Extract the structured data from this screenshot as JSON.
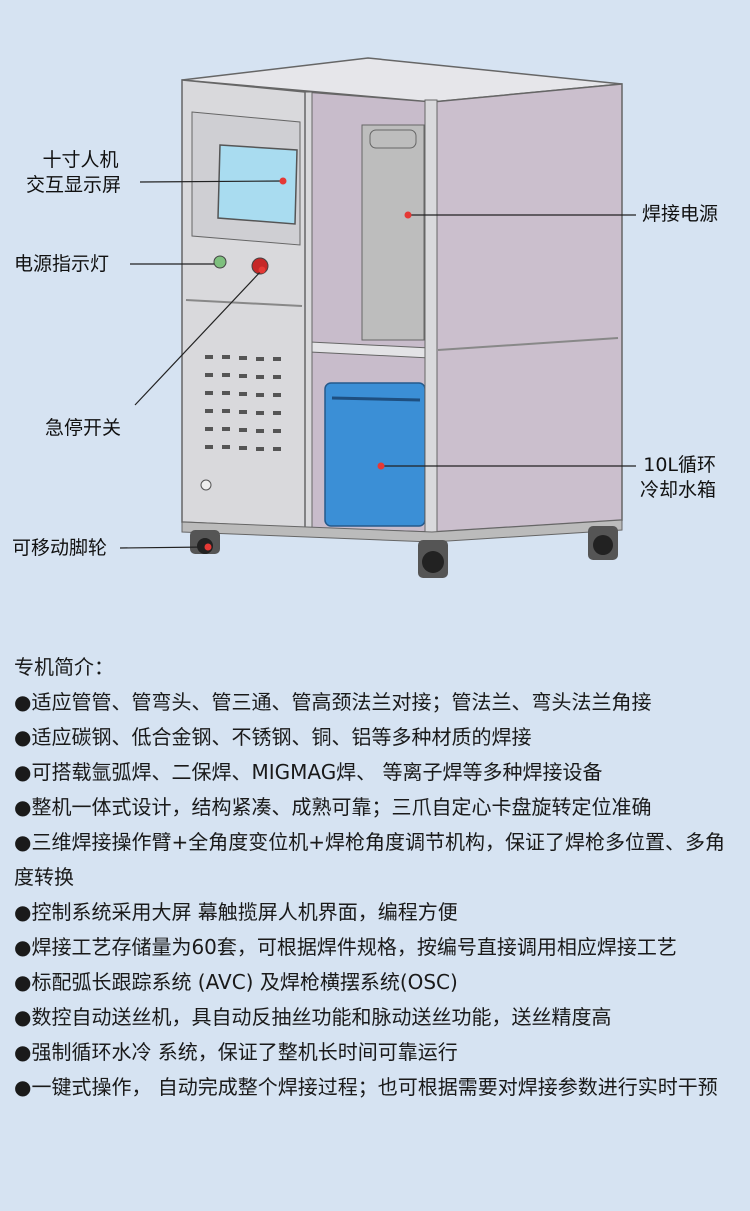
{
  "diagram": {
    "callouts": {
      "screen": [
        "十寸人机",
        "交互显示屏"
      ],
      "power_light": "电源指示灯",
      "estop": "急停开关",
      "caster": "可移动脚轮",
      "power_source": "焊接电源",
      "water_tank": [
        "10L循环",
        "冷却水箱"
      ]
    },
    "colors": {
      "background": "#d6e3f2",
      "leader_dot": "#e53935",
      "tank": "#3b8fd6",
      "screen": "#a9dcf0"
    }
  },
  "intro": {
    "title": "专机简介：",
    "items": [
      "●适应管管、管弯头、管三通、管高颈法兰对接；管法兰、弯头法兰角接",
      "●适应碳钢、低合金钢、不锈钢、铜、铝等多种材质的焊接",
      "●可搭载氩弧焊、二保焊、MIGMAG焊、 等离子焊等多种焊接设备",
      "●整机一体式设计，结构紧凑、成熟可靠；三爪自定心卡盘旋转定位准确",
      "●三维焊接操作臂+全角度变位机+焊枪角度调节机构，保证了焊枪多位置、多角度转换",
      "●控制系统采用大屏 幕触揽屏人机界面，编程方便",
      "●焊接工艺存储量为60套，可根据焊件规格，按编号直接调用相应焊接工艺",
      "●标配弧长跟踪系统 (AVC) 及焊枪横摆系统(OSC)",
      "●数控自动送丝机，具自动反抽丝功能和脉动送丝功能，送丝精度高",
      "●强制循环水冷 系统，保证了整机长时间可靠运行",
      "●一键式操作， 自动完成整个焊接过程；也可根据需要对焊接参数进行实时干预"
    ]
  }
}
